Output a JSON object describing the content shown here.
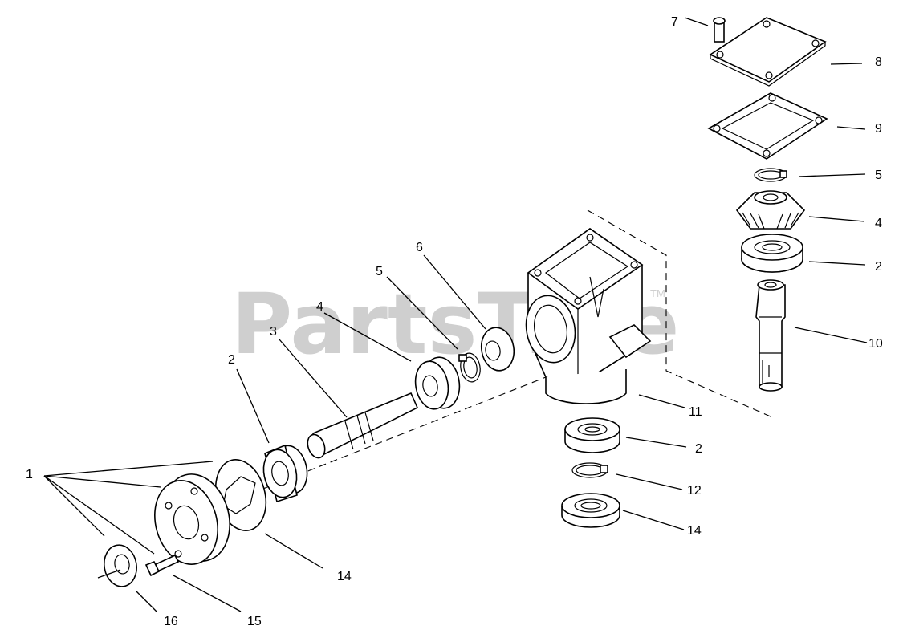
{
  "watermark": {
    "text": "PartsTree",
    "tm": "TM"
  },
  "callouts": [
    {
      "id": "c7",
      "text": "7"
    },
    {
      "id": "c8",
      "text": "8"
    },
    {
      "id": "c9",
      "text": "9"
    },
    {
      "id": "c5a",
      "text": "5"
    },
    {
      "id": "c4a",
      "text": "4"
    },
    {
      "id": "c2a",
      "text": "2"
    },
    {
      "id": "c10",
      "text": "10"
    },
    {
      "id": "c11",
      "text": "11"
    },
    {
      "id": "c2b",
      "text": "2"
    },
    {
      "id": "c12",
      "text": "12"
    },
    {
      "id": "c14a",
      "text": "14"
    },
    {
      "id": "c6",
      "text": "6"
    },
    {
      "id": "c5b",
      "text": "5"
    },
    {
      "id": "c4b",
      "text": "4"
    },
    {
      "id": "c3",
      "text": "3"
    },
    {
      "id": "c2c",
      "text": "2"
    },
    {
      "id": "c1",
      "text": "1"
    },
    {
      "id": "c14b",
      "text": "14"
    },
    {
      "id": "c16",
      "text": "16"
    },
    {
      "id": "c15",
      "text": "15"
    }
  ]
}
